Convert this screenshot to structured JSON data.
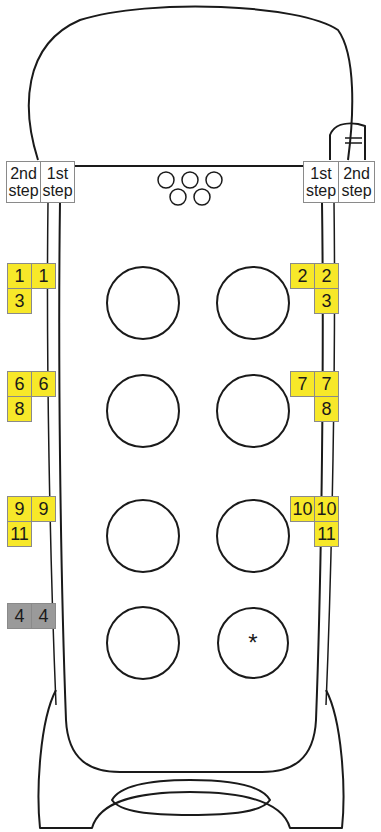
{
  "diagram": {
    "nodes": [
      {
        "text": [
          "2nd step"
        ]
      },
      {
        "text": [
          "1st step"
        ]
      },
      {
        "text": [
          "1st step"
        ]
      },
      {
        "text": [
          "2nd step"
        ]
      },
      {
        "text": [
          "1"
        ]
      },
      {
        "text": [
          "1"
        ]
      },
      {
        "text": [
          "2"
        ]
      },
      {
        "text": [
          "2"
        ]
      },
      {
        "text": [
          "3"
        ]
      },
      {
        "text": [
          "3"
        ]
      },
      {
        "text": [
          "6"
        ]
      },
      {
        "text": [
          "6"
        ]
      },
      {
        "text": [
          "7"
        ]
      },
      {
        "text": [
          "7"
        ]
      },
      {
        "text": [
          "8"
        ]
      },
      {
        "text": [
          "8"
        ]
      },
      {
        "text": [
          "9"
        ]
      },
      {
        "text": [
          "9"
        ]
      },
      {
        "text": [
          "10"
        ]
      },
      {
        "text": [
          "10"
        ]
      },
      {
        "text": [
          "11"
        ]
      },
      {
        "text": [
          "11"
        ]
      },
      {
        "text": [
          "4"
        ]
      },
      {
        "text": [
          "4"
        ]
      },
      {
        "text": [
          "*"
        ]
      }
    ]
  }
}
